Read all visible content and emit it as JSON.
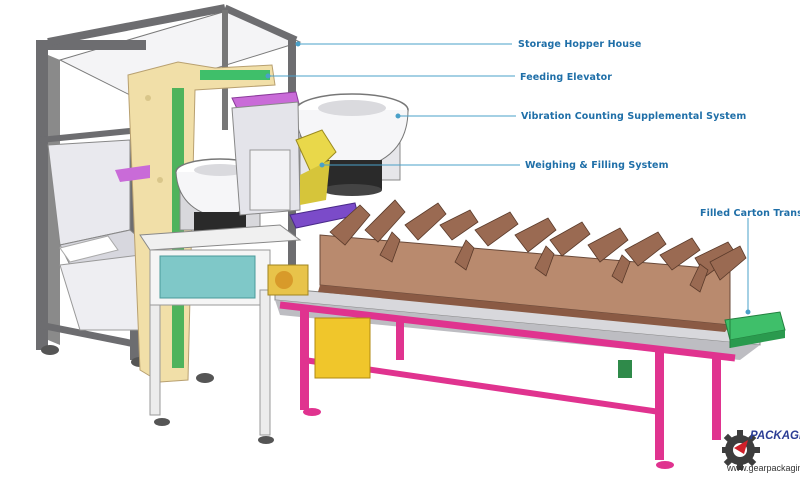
{
  "top_text": "····  ··· ·",
  "callouts": {
    "storage_hopper_house": "Storage Hopper House",
    "feeding_elevator": "Feeding Elevator",
    "vibration_counting": "Vibration Counting Supplemental System",
    "weighing_filling": "Weighing & Filling System",
    "filled_carton_transfer": "Filled Carton Transfer"
  },
  "logo": {
    "brand": "PACKAGING",
    "url": "www.gearpackaging.com"
  },
  "colors": {
    "callout_text": "#1f6fa8",
    "leader_line": "#4aa0c8",
    "frame_magenta": "#e0338f",
    "conveyor_green": "#3fbf6a",
    "carton_brown": "#8a5a44",
    "elevator_cream": "#f1dfa8",
    "funnel_yellow": "#e9d84a",
    "purple_tray": "#7b4bc9",
    "cyan_panel": "#7fc8c8",
    "gear_dark": "#3d3d3d",
    "logo_red": "#d0202a"
  }
}
